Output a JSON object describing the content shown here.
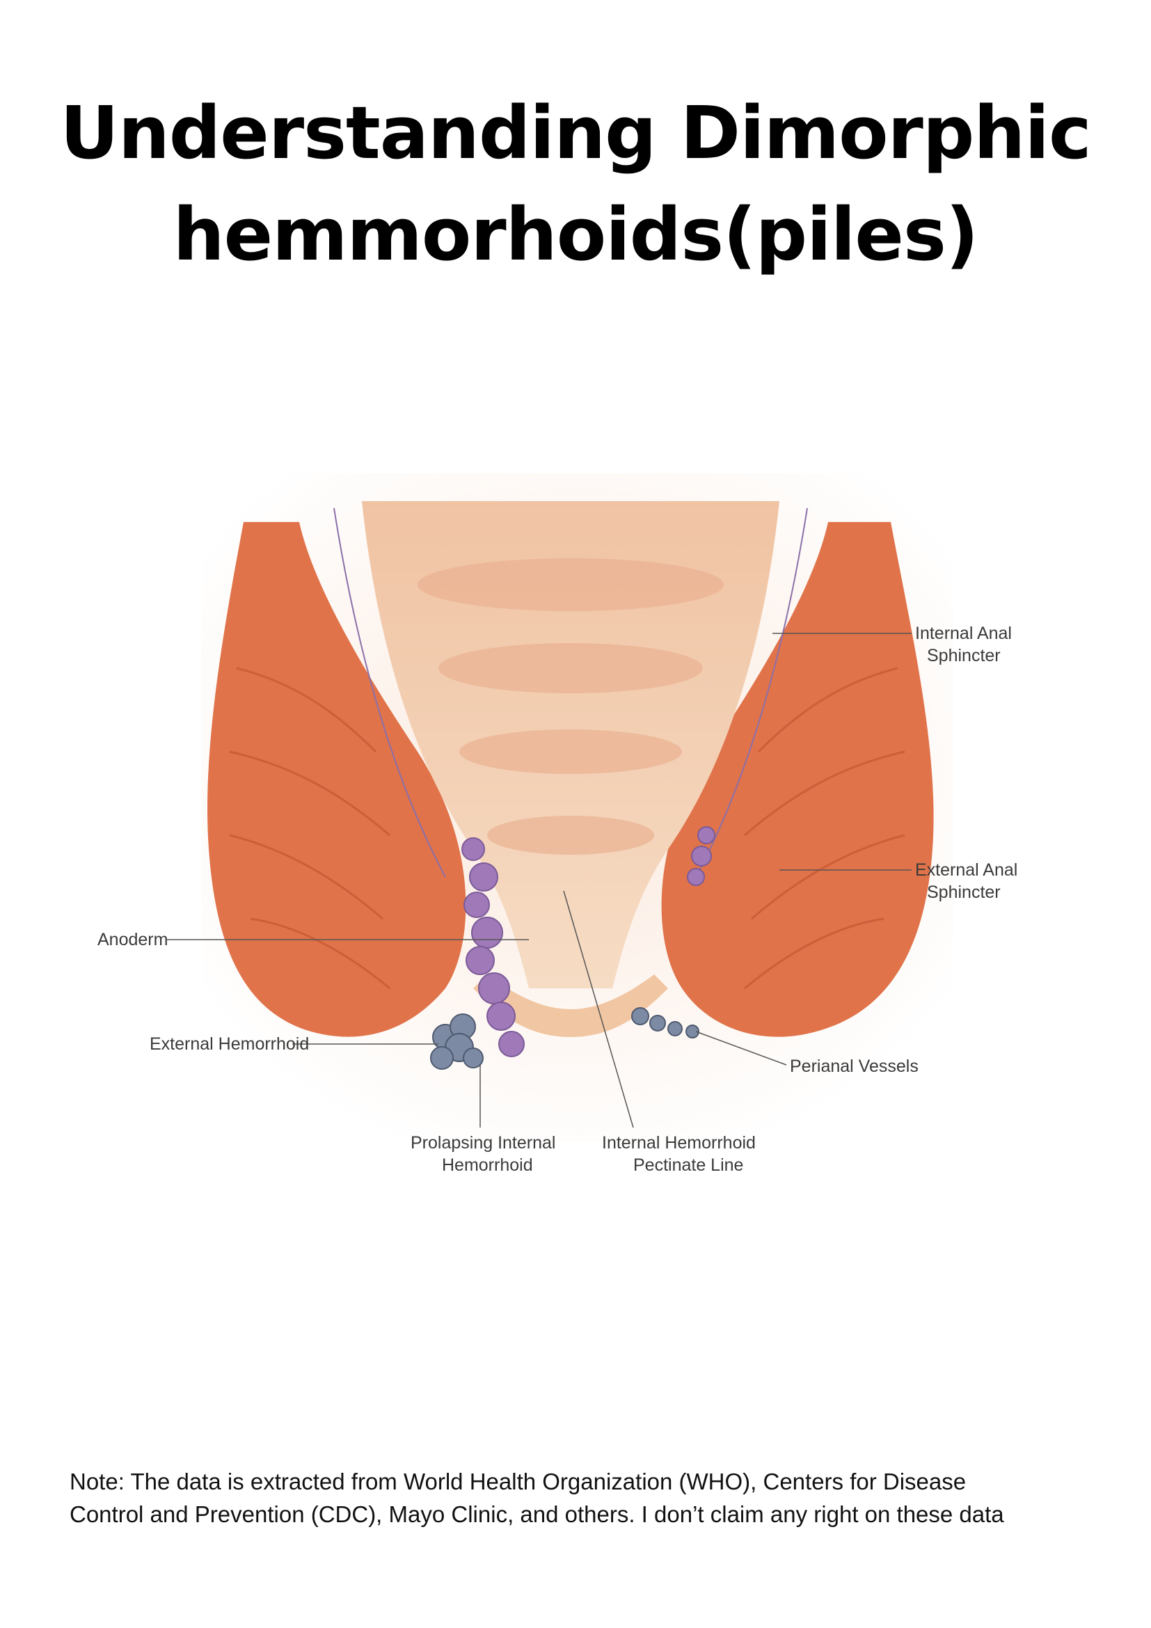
{
  "title": {
    "line1": "Understanding Dimorphic",
    "line2": "hemmorhoids(piles)"
  },
  "figure": {
    "labels": {
      "internal_anal_sphincter_1": "Internal Anal",
      "internal_anal_sphincter_2": "Sphincter",
      "external_anal_sphincter_1": "External Anal",
      "external_anal_sphincter_2": "Sphincter",
      "anoderm": "Anoderm",
      "external_hemorrhoid": "External Hemorrhoid",
      "perianal_vessels": "Perianal Vessels",
      "prolapsing_1": "Prolapsing Internal",
      "prolapsing_2": "Hemorrhoid",
      "pectinate_1": "Internal Hemorrhoid",
      "pectinate_2": "Pectinate Line"
    },
    "colors": {
      "muscle": "#e0734a",
      "muscle_dark": "#c95a35",
      "lumen": "#f3c9a8",
      "hemorrhoid": "#a07ab8",
      "external_vessel": "#7d8aa3"
    }
  },
  "note": {
    "line1": "Note: The data is extracted from World Health Organization (WHO), Centers for Disease",
    "line2": "Control and Prevention (CDC), Mayo Clinic, and others. I don’t claim any right on these data"
  }
}
